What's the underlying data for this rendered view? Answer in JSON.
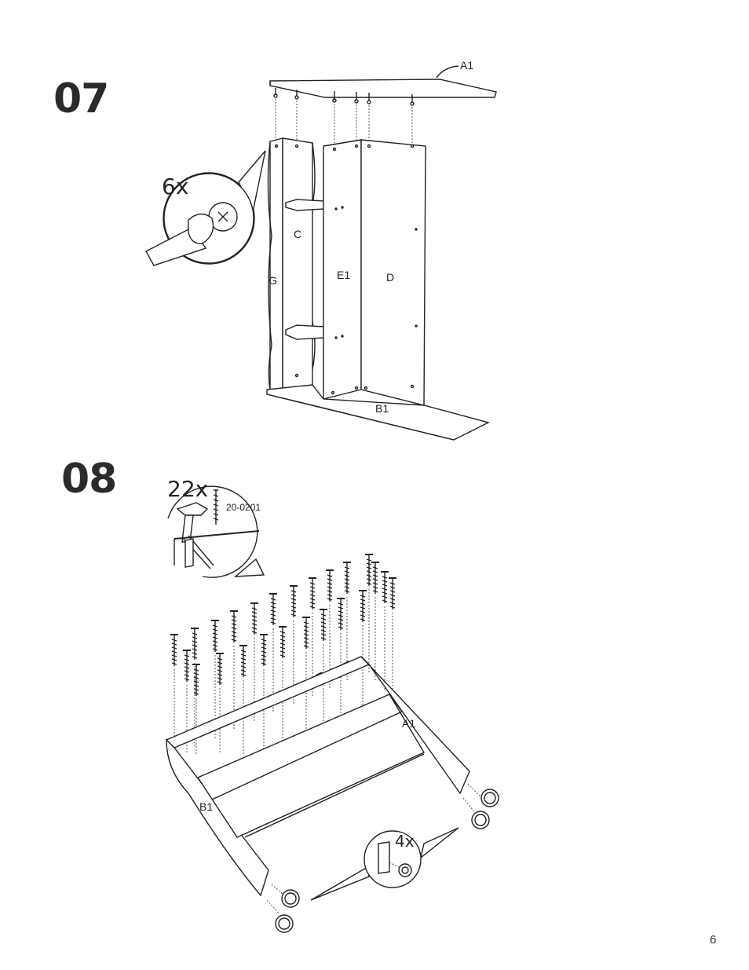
{
  "steps": [
    {
      "number": "07",
      "callout_count": "6x",
      "part_labels": [
        "A1",
        "C",
        "G",
        "E1",
        "D",
        "B1"
      ]
    },
    {
      "number": "08",
      "callout_count": "22x",
      "part_code": "20-0201",
      "foot_count": "4x",
      "part_labels": [
        "A1",
        "B1"
      ]
    }
  ],
  "page_number": "6"
}
